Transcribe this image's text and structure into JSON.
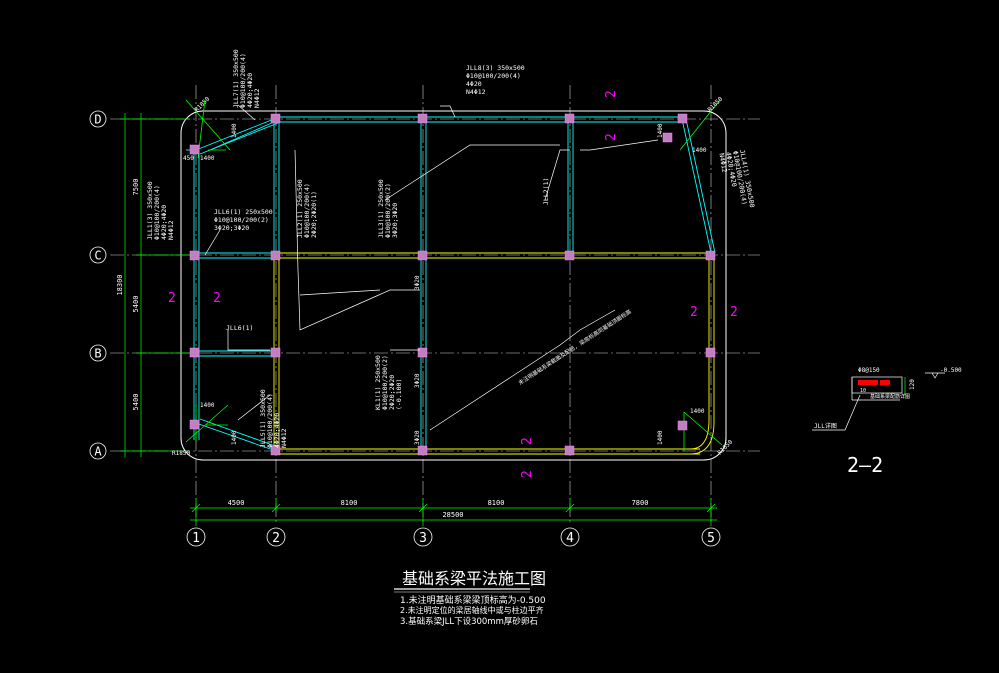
{
  "title": "基础系梁平法施工图",
  "notes": [
    "1.未注明基础系梁梁顶标高为-0.500",
    "2.未注明定位的梁居轴线中或与柱边平齐",
    "3.基础系梁JLL下设300mm厚砂卵石"
  ],
  "axes_rows": [
    "D",
    "C",
    "B",
    "A"
  ],
  "axes_cols": [
    "1",
    "2",
    "3",
    "4",
    "5"
  ],
  "dims_bottom": [
    "4500",
    "8100",
    "8100",
    "7800"
  ],
  "dim_total_bottom": "28500",
  "dims_left": [
    "7500",
    "5400",
    "5400"
  ],
  "dim_total_left": "18300",
  "beam_labels": {
    "jll7": [
      "JLL7(1) 350x500",
      "Φ10@100/200(4)",
      "4Φ20;4Φ20",
      "N4Φ12"
    ],
    "jll8": [
      "JLL8(3) 350x500",
      "Φ10@100/200(4)",
      "4Φ20",
      "N4Φ12"
    ],
    "jll1": [
      "JLL1(3) 350x500",
      "Φ10@100/200(4)",
      "4Φ20;4Φ20",
      "N4Φ12"
    ],
    "jll6": [
      "JLL6(1) 250x500",
      "Φ10@100/200(2)",
      "3Φ20;3Φ20"
    ],
    "jll2": [
      "JLL2(1) 250x500",
      "Φ10@100/200(4)",
      "2Φ20;2Φ20(1)"
    ],
    "jll3": [
      "JLL3(1) 250x500",
      "Φ10@100/200(2)",
      "3Φ20;3Φ20"
    ],
    "jll2b": "JLL2(1)",
    "jll4": [
      "JLL4(1) 350x500",
      "Φ10@100/200(4)",
      "4Φ20;4Φ20",
      "N4Φ12"
    ],
    "jll5": [
      "JLL5(1) 350x500",
      "Φ10@100/200(4)",
      "4Φ20;4Φ20",
      "N4Φ12"
    ],
    "jll6b": "JLL6(1)",
    "kl1": [
      "KL1(1) 250x500",
      "Φ10@100/200(2)",
      "2Φ20;2Φ20",
      "(-0.100)"
    ],
    "diag": "未注明基础系梁截面及配筋, 梁底标高同基础顶面标高"
  },
  "small_dims": {
    "d1400": "1400",
    "d450": "450",
    "r1850": "R1850",
    "r": "R",
    "d3c20": "3Φ20"
  },
  "section_marks": [
    "2",
    "2",
    "2",
    "2",
    "2",
    "2",
    "2",
    "2"
  ],
  "section": {
    "label": "2—2",
    "top_text": "Φ8@150",
    "elev": "-0.500",
    "note": "JLL详图",
    "side": "基础系梁配筋详图",
    "dim": "120",
    "small": "10"
  },
  "colors": {
    "background": "#000000",
    "beam_cyan": "#00ffff",
    "beam_yellow": "#ffff00",
    "column": "#c080c0",
    "dim_green": "#00ff00",
    "text_white": "#ffffff",
    "axis_white": "#ffffff",
    "section_magenta": "#ff00ff",
    "accent_red": "#ff0000"
  }
}
